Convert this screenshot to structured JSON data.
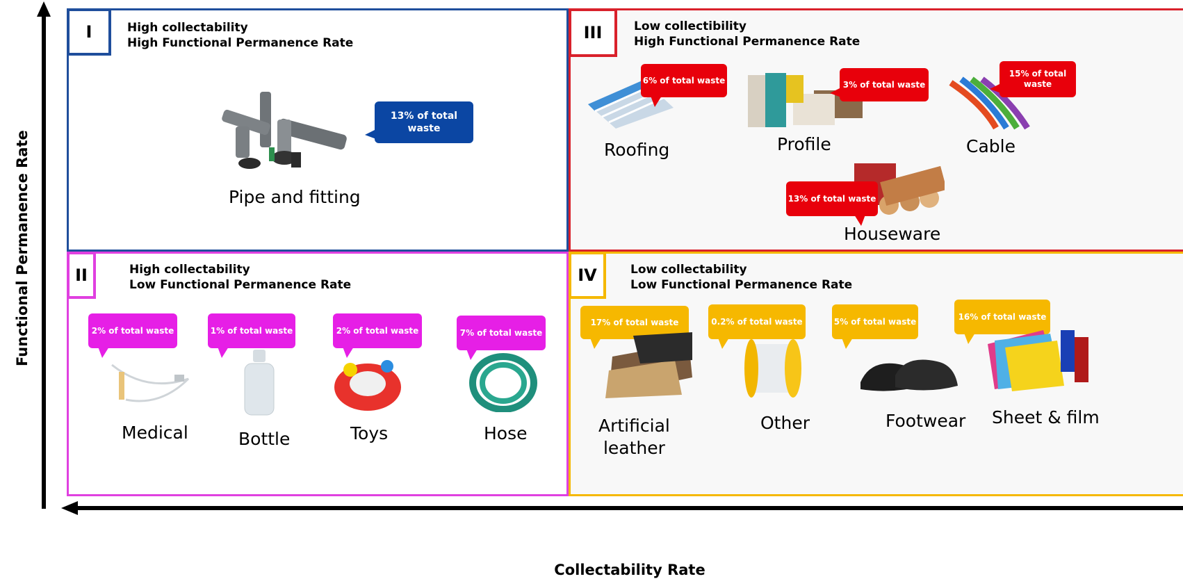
{
  "axes": {
    "y_title": "Functional Permanence Rate",
    "x_title": "Collectability Rate"
  },
  "quadrants": {
    "q1": {
      "roman": "I",
      "title_line1": "High collectability",
      "title_line2": "High Functional Permanence Rate"
    },
    "q2": {
      "roman": "II",
      "title_line1": "High collectability",
      "title_line2": "Low Functional Permanence Rate"
    },
    "q3": {
      "roman": "III",
      "title_line1": "Low collectibility",
      "title_line2": "High Functional Permanence Rate"
    },
    "q4": {
      "roman": "IV",
      "title_line1": "Low collectability",
      "title_line2": "Low Functional Permanence Rate"
    }
  },
  "items": {
    "pipe": {
      "label": "Pipe and fitting",
      "share": "13% of total waste"
    },
    "roofing": {
      "label": "Roofing",
      "share": "6% of total waste"
    },
    "profile": {
      "label": "Profile",
      "share": "3% of total waste"
    },
    "cable": {
      "label": "Cable",
      "share": "15% of total waste"
    },
    "houseware": {
      "label": "Houseware",
      "share": "13% of total waste"
    },
    "medical": {
      "label": "Medical",
      "share": "2% of total waste"
    },
    "bottle": {
      "label": "Bottle",
      "share": "1% of total waste"
    },
    "toys": {
      "label": "Toys",
      "share": "2% of total waste"
    },
    "hose": {
      "label": "Hose",
      "share": "7% of total waste"
    },
    "leather": {
      "label_line1": "Artificial",
      "label_line2": "leather",
      "share": "17% of total waste"
    },
    "other": {
      "label": "Other",
      "share": "0.2% of total waste"
    },
    "footwear": {
      "label": "Footwear",
      "share": "5% of total waste"
    },
    "sheet": {
      "label": "Sheet & film",
      "share": "16% of total waste"
    }
  },
  "colors": {
    "q1": "#1f4e9c",
    "q2": "#e040e0",
    "q3": "#d9212b",
    "q4": "#f5b800"
  }
}
